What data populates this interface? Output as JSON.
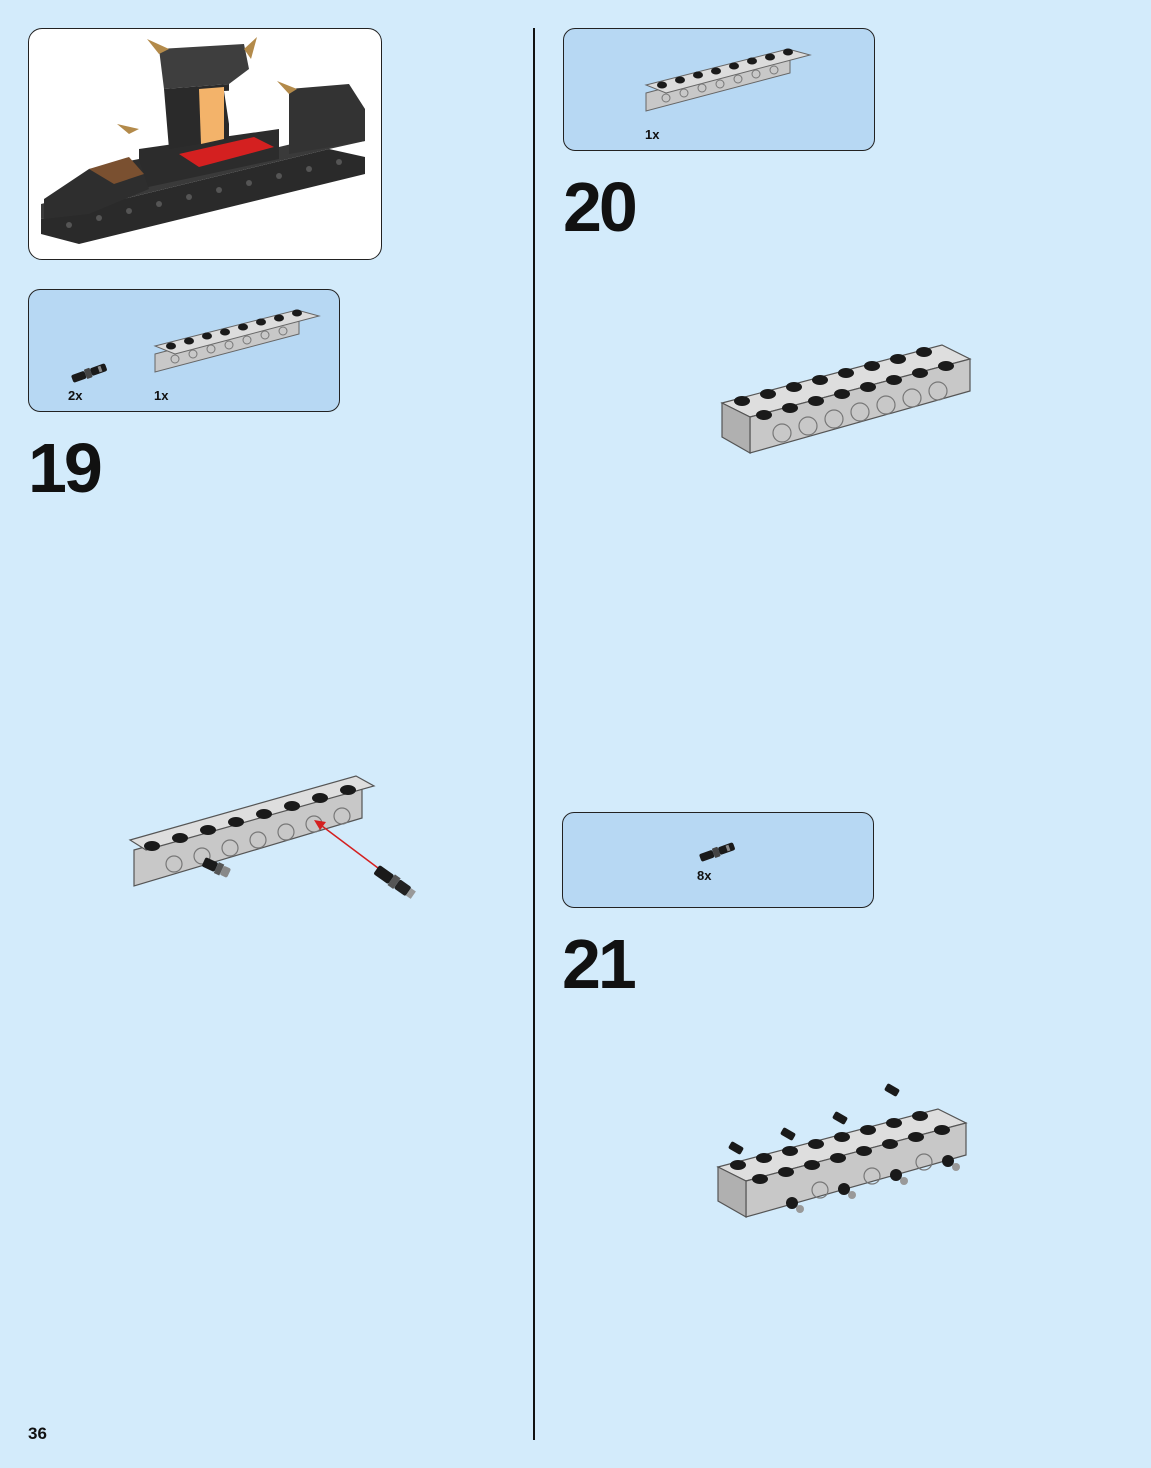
{
  "page_number": "36",
  "steps": [
    {
      "number": "19",
      "parts": [
        {
          "name": "axle-pin-icon",
          "qty": "2x"
        },
        {
          "name": "technic-brick-1x8-icon",
          "qty": "1x"
        }
      ]
    },
    {
      "number": "20",
      "parts": [
        {
          "name": "technic-brick-1x8-icon",
          "qty": "1x"
        }
      ]
    },
    {
      "number": "21",
      "parts": [
        {
          "name": "axle-pin-icon",
          "qty": "8x"
        }
      ]
    }
  ],
  "colors": {
    "background": "#d3ebfb",
    "callout": "#b7d8f3",
    "brick_gray": "#c8c8c8",
    "stud_black": "#1a1a1a",
    "arrow_red": "#d42020"
  }
}
